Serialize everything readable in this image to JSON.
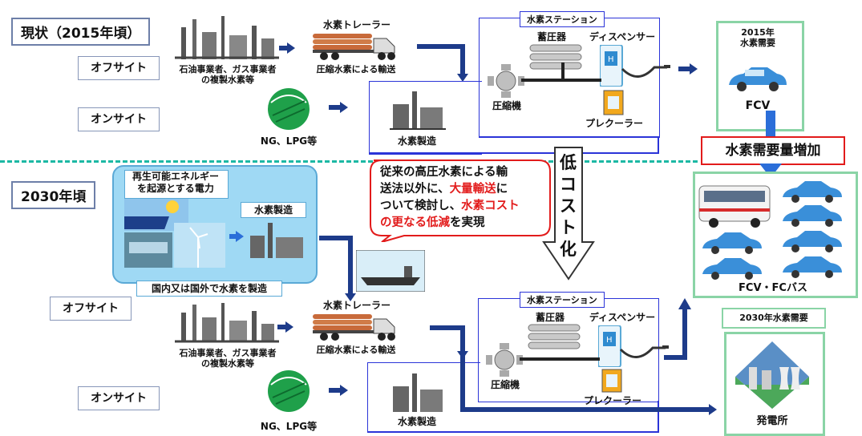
{
  "top": {
    "title": "現状（2015年頃）",
    "offsite_label": "オフサイト",
    "onsite_label": "オンサイト",
    "refinery_caption_1": "石油事業者、ガス事業者",
    "refinery_caption_2": "の複製水素等",
    "trailer_title": "水素トレーラー",
    "trailer_caption": "圧縮水素による輸送",
    "gas_caption": "NG、LPG等",
    "station_title": "水素ステーション",
    "storage_label": "蓄圧器",
    "dispenser_label": "ディスペンサー",
    "compressor_label": "圧縮機",
    "precooler_label": "プレクーラー",
    "production_label": "水素製造",
    "demand_title_1": "2015年",
    "demand_title_2": "水素需要",
    "fcv_label": "FCV"
  },
  "middle": {
    "demand_increase": "水素需要量増加",
    "low_cost": "低コスト化",
    "bubble_line1": "従来の高圧水素による輸",
    "bubble_line2": "送法以外に、",
    "bubble_red1": "大量輸送",
    "bubble_after_red1": "に",
    "bubble_line3": "ついて検討し、",
    "bubble_red2": "水素コスト",
    "bubble_line4_red": "の更なる低減",
    "bubble_line4_end": "を実現"
  },
  "bottom": {
    "title": "2030年頃",
    "renewable_title_1": "再生可能エネルギー",
    "renewable_title_2": "を起源とする電力",
    "renewable_production": "水素製造",
    "renewable_caption": "国内又は国外で水素を製造",
    "offsite_label": "オフサイト",
    "onsite_label": "オンサイト",
    "refinery_caption_1": "石油事業者、ガス事業者",
    "refinery_caption_2": "の複製水素等",
    "trailer_title": "水素トレーラー",
    "trailer_caption": "圧縮水素による輸送",
    "gas_caption": "NG、LPG等",
    "station_title": "水素ステーション",
    "storage_label": "蓄圧器",
    "dispenser_label": "ディスペンサー",
    "compressor_label": "圧縮機",
    "precooler_label": "プレクーラー",
    "production_label": "水素製造",
    "fleet_label": "FCV・FCバス",
    "demand_title": "2030年水素需要",
    "power_plant_label": "発電所"
  },
  "colors": {
    "arrow": "#1d3b8a",
    "station_border": "#2b34d8",
    "demand_border": "#8ad4a6",
    "dash": "#1cb8a4",
    "accent_red": "#e21b1b"
  }
}
